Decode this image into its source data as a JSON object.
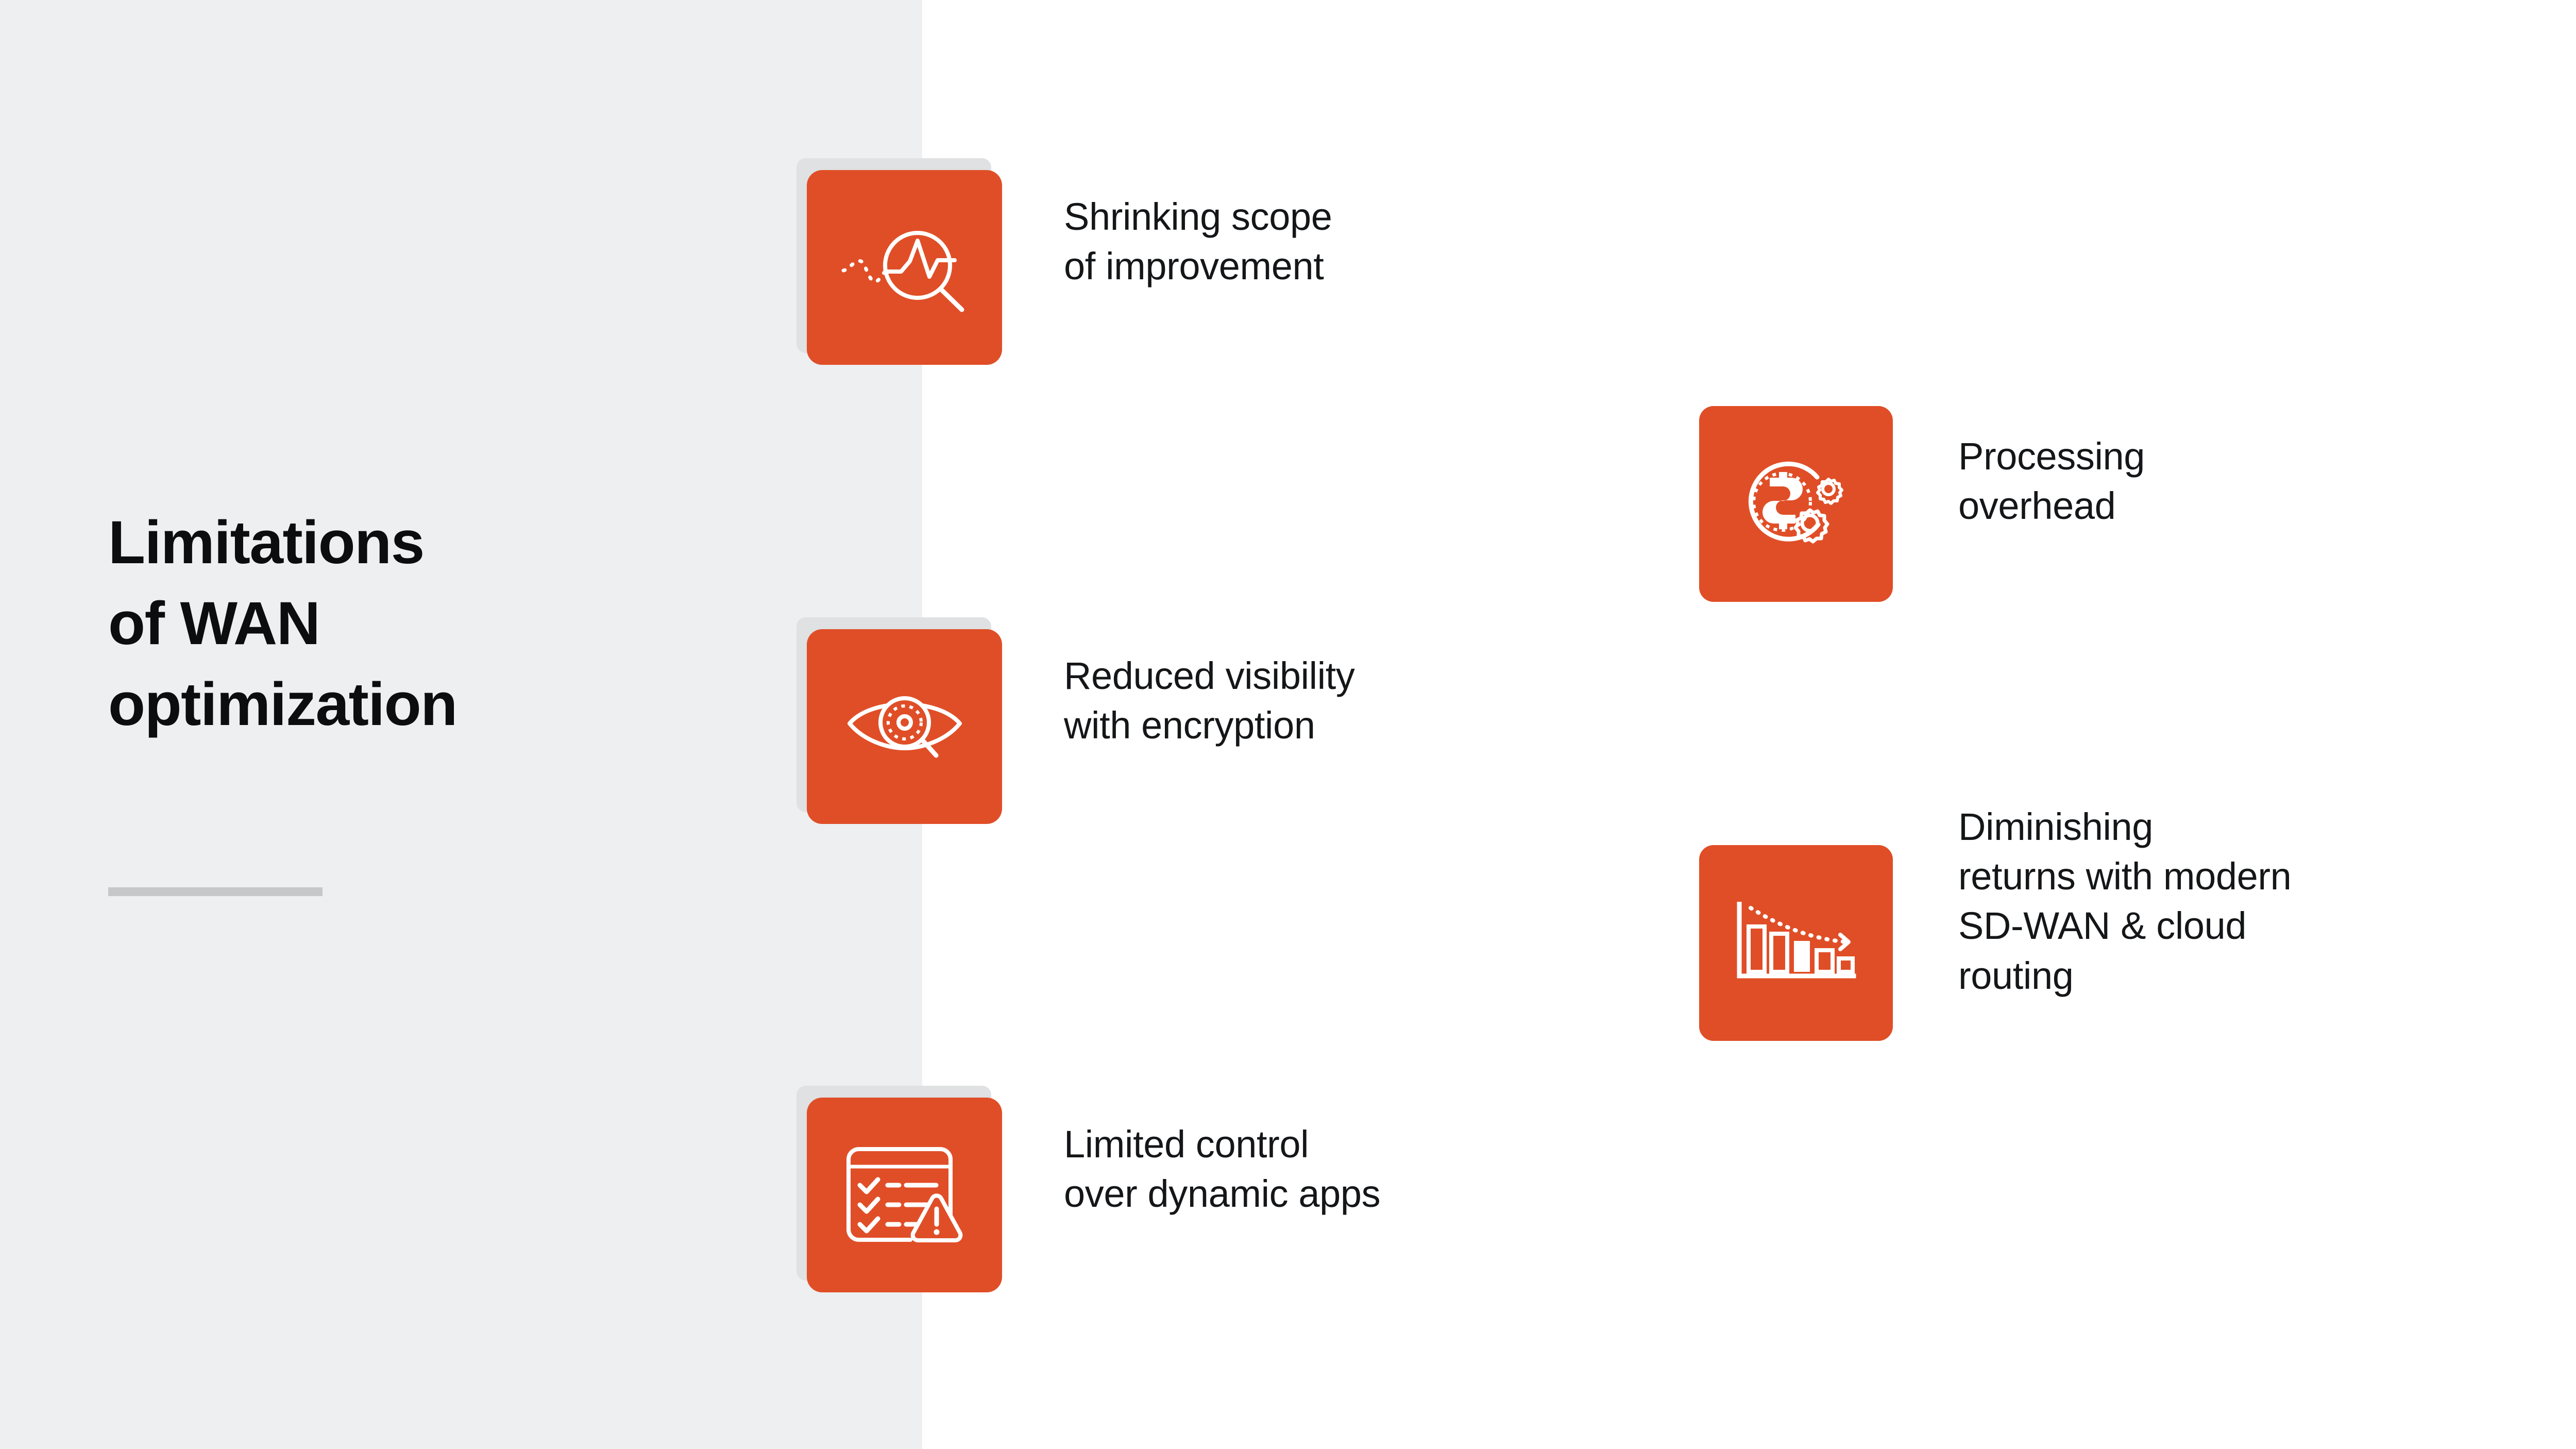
{
  "slide": {
    "title_lines": [
      "Limitations",
      "of WAN",
      "optimization"
    ],
    "colors": {
      "accent_orange": "#e04e27",
      "panel_gray": "#edeff0",
      "tile_shadow_gray": "#dfe1e2",
      "rule_gray": "#c5c7c8",
      "text_black": "#141618",
      "icon_white": "#ffffff"
    }
  },
  "items": [
    {
      "id": "shrinking",
      "icon": "magnifier-pulse-line-icon",
      "lines": [
        "Shrinking scope",
        "of improvement"
      ]
    },
    {
      "id": "visibility",
      "icon": "eye-magnifier-encrypted-icon",
      "lines": [
        "Reduced visibility",
        "with encryption"
      ]
    },
    {
      "id": "limited",
      "icon": "checklist-warning-icon",
      "lines": [
        "Limited control",
        "over dynamic apps"
      ]
    },
    {
      "id": "processing",
      "icon": "dollar-coin-gears-icon",
      "lines": [
        "Processing",
        "overhead"
      ]
    },
    {
      "id": "diminishing",
      "icon": "declining-bar-chart-arrow-icon",
      "lines": [
        "Diminishing",
        "returns with modern",
        "SD-WAN & cloud",
        "routing"
      ]
    }
  ]
}
